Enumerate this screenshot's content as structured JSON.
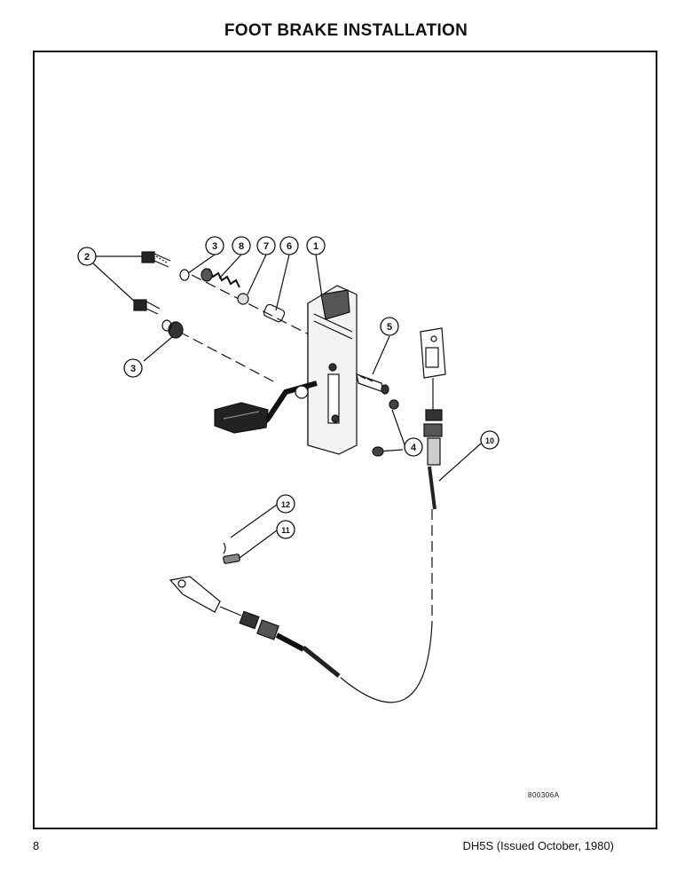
{
  "page": {
    "title": "FOOT BRAKE INSTALLATION",
    "page_number": "8",
    "document_ref": "DH5S (Issued October, 1980)",
    "figure_id": "800306A"
  },
  "callouts": [
    {
      "id": "c1",
      "label": "1"
    },
    {
      "id": "c2",
      "label": "2"
    },
    {
      "id": "c3a",
      "label": "3"
    },
    {
      "id": "c3b",
      "label": "3"
    },
    {
      "id": "c4",
      "label": "4"
    },
    {
      "id": "c5",
      "label": "5"
    },
    {
      "id": "c6",
      "label": "6"
    },
    {
      "id": "c7",
      "label": "7"
    },
    {
      "id": "c8",
      "label": "8"
    },
    {
      "id": "c10",
      "label": "10"
    },
    {
      "id": "c11",
      "label": "11"
    },
    {
      "id": "c12",
      "label": "12"
    }
  ]
}
